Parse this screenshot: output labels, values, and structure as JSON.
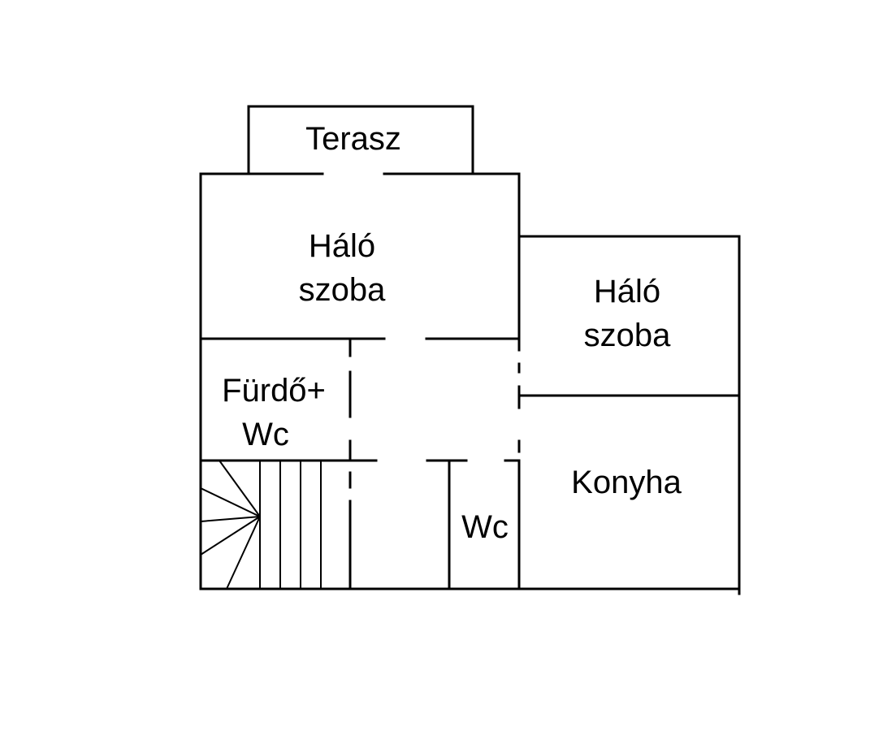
{
  "colors": {
    "background": "#ffffff",
    "line": "#000000",
    "text": "#000000"
  },
  "rooms": {
    "terasz": {
      "line1": "Terasz"
    },
    "halo_1": {
      "line1": "Háló",
      "line2": "szoba"
    },
    "halo_2": {
      "line1": "Háló",
      "line2": "szoba"
    },
    "furdo": {
      "line1": "Fürdő+",
      "line2": "Wc"
    },
    "wc": {
      "line1": "Wc"
    },
    "konyha": {
      "line1": "Konyha"
    }
  }
}
